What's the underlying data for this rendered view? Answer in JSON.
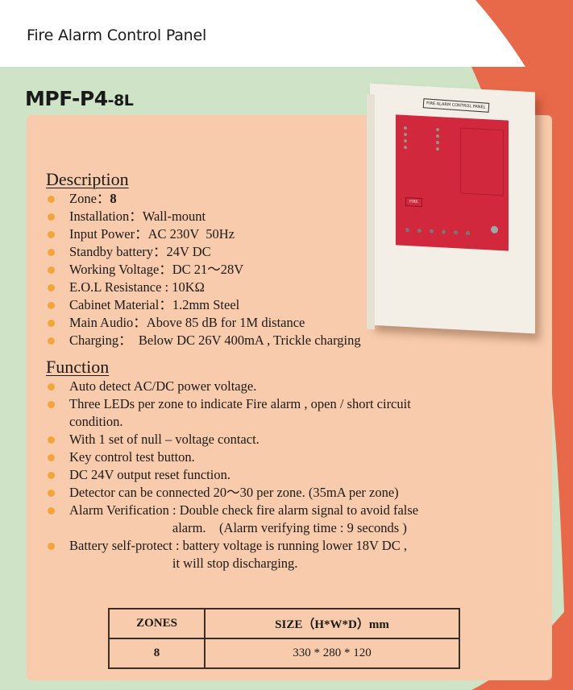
{
  "colors": {
    "accent": "#e8694a",
    "green": "#cfe3c6",
    "panel": "#f7cbab",
    "bullet": "#f2a53a"
  },
  "header": {
    "title": "Fire Alarm Control Panel"
  },
  "model": {
    "main": "MPF-P4",
    "suffix": "-8L"
  },
  "product_image": {
    "label": "FIRE ALARM CONTROL PANEL",
    "button": "FIRE"
  },
  "description": {
    "title": "Description",
    "items": [
      {
        "label": "Zone：",
        "value": "8"
      },
      {
        "text": "Installation：Wall-mount"
      },
      {
        "text": "Input Power：AC 230V  50Hz"
      },
      {
        "text": "Standby battery：24V DC"
      },
      {
        "text": "Working Voltage：DC 21～28V"
      },
      {
        "text": "E.O.L Resistance : 10KΩ"
      },
      {
        "text": "Cabinet Material：1.2mm Steel"
      },
      {
        "text": "Main Audio：Above 85 dB for 1M distance"
      },
      {
        "text": "Charging：  Below DC 26V 400mA , Trickle charging"
      }
    ]
  },
  "function": {
    "title": "Function",
    "items": [
      {
        "text": "Auto detect AC/DC power voltage."
      },
      {
        "text": "Three LEDs per zone to indicate Fire alarm , open / short circuit",
        "cont": "condition."
      },
      {
        "text": "With 1 set of null – voltage contact."
      },
      {
        "text": "Key control test button."
      },
      {
        "text": "DC 24V output reset function."
      },
      {
        "text": "Detector can be connected 20～30 per zone. (35mA per zone)"
      },
      {
        "text": "Alarm Verification : Double check fire alarm signal to avoid false",
        "cont": "                               alarm.    (Alarm verifying time : 9 seconds )"
      },
      {
        "text": "Battery self-protect : battery voltage is running lower 18V DC ,",
        "cont": "                               it will stop discharging."
      }
    ]
  },
  "spec_table": {
    "headers": [
      "ZONES",
      "SIZE（H*W*D）mm"
    ],
    "rows": [
      [
        "8",
        "330 * 280 * 120"
      ]
    ]
  }
}
